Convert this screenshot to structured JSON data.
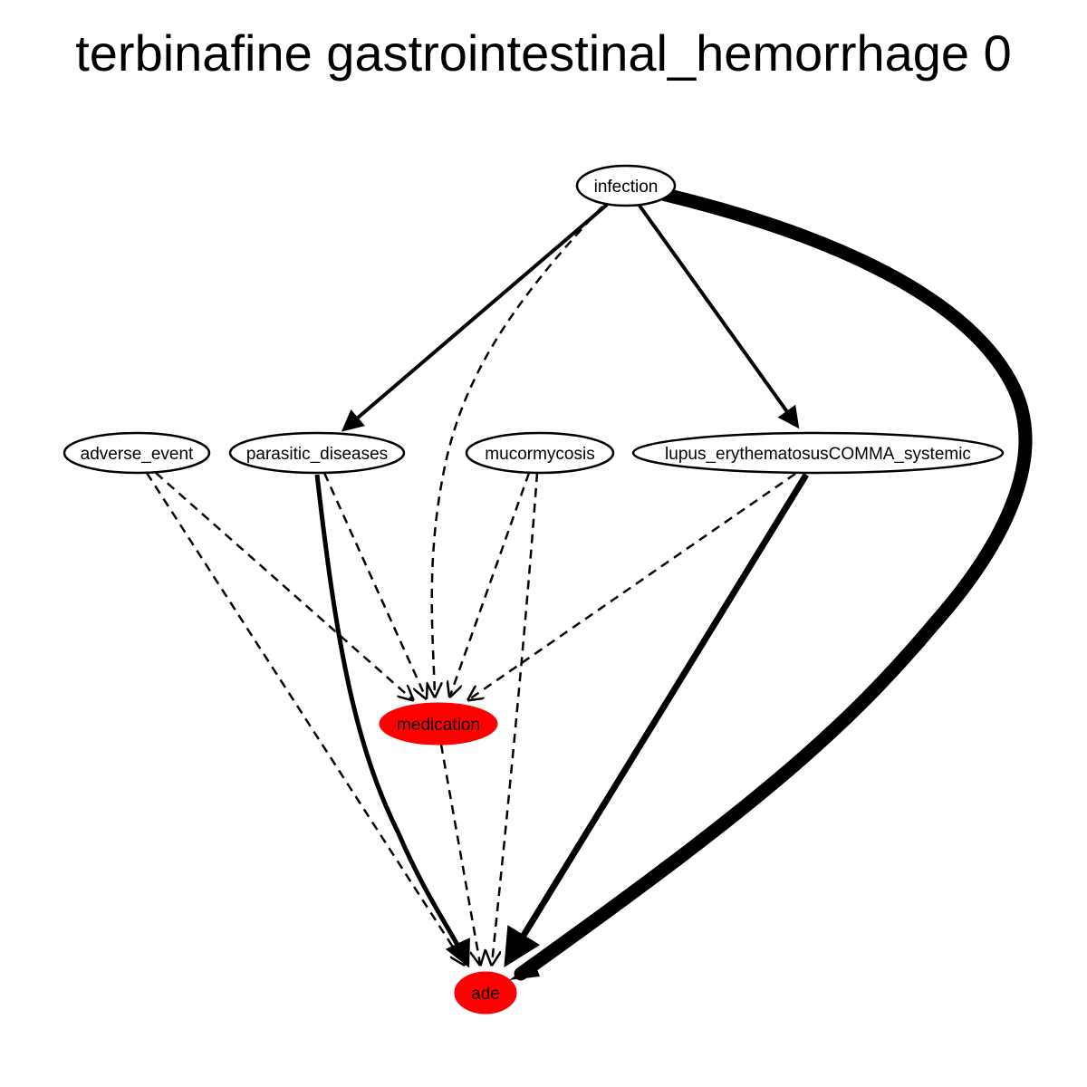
{
  "title": "terbinafine gastrointestinal_hemorrhage 0",
  "colors": {
    "highlight": "#ff0000",
    "node_default": "#ffffff",
    "stroke": "#000000"
  },
  "nodes": {
    "infection": {
      "label": "infection",
      "highlighted": false
    },
    "adverse_event": {
      "label": "adverse_event",
      "highlighted": false
    },
    "parasitic_diseases": {
      "label": "parasitic_diseases",
      "highlighted": false
    },
    "mucormycosis": {
      "label": "mucormycosis",
      "highlighted": false
    },
    "lupus": {
      "label": "lupus_erythematosusCOMMA_systemic",
      "highlighted": false
    },
    "medication": {
      "label": "medication",
      "highlighted": true
    },
    "ade": {
      "label": "ade",
      "highlighted": true
    }
  },
  "edges": [
    {
      "from": "infection",
      "to": "parasitic_diseases",
      "style": "solid"
    },
    {
      "from": "infection",
      "to": "lupus",
      "style": "solid"
    },
    {
      "from": "infection",
      "to": "medication",
      "style": "dashed"
    },
    {
      "from": "infection",
      "to": "ade",
      "style": "solid"
    },
    {
      "from": "adverse_event",
      "to": "medication",
      "style": "dashed"
    },
    {
      "from": "adverse_event",
      "to": "ade",
      "style": "dashed"
    },
    {
      "from": "parasitic_diseases",
      "to": "medication",
      "style": "dashed"
    },
    {
      "from": "parasitic_diseases",
      "to": "ade",
      "style": "solid"
    },
    {
      "from": "mucormycosis",
      "to": "medication",
      "style": "dashed"
    },
    {
      "from": "mucormycosis",
      "to": "ade",
      "style": "dashed"
    },
    {
      "from": "lupus",
      "to": "medication",
      "style": "dashed"
    },
    {
      "from": "lupus",
      "to": "ade",
      "style": "solid"
    },
    {
      "from": "medication",
      "to": "ade",
      "style": "dashed"
    }
  ]
}
